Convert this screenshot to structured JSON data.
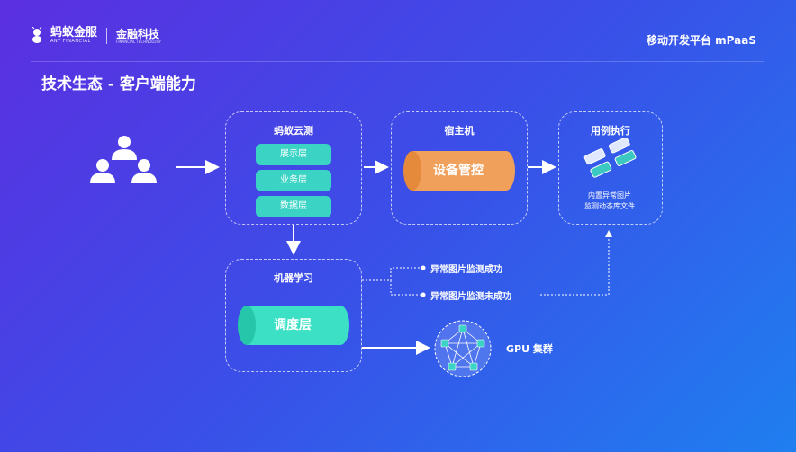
{
  "header": {
    "logo_primary": "蚂蚁金服",
    "logo_primary_sub": "ANT FINANCIAL",
    "logo_secondary": "金融科技",
    "logo_secondary_sub": "FINANCIAL TECHNOLOGY",
    "platform_label": "移动开发平台 mPaaS"
  },
  "title": "技术生态 - 客户端能力",
  "boxes": {
    "cloud_test": {
      "label": "蚂蚁云测",
      "layers": [
        "展示层",
        "业务层",
        "数据层"
      ]
    },
    "host": {
      "label": "宿主机",
      "cylinder": "设备管控"
    },
    "usecase": {
      "label": "用例执行",
      "desc_line1": "内置异常图片",
      "desc_line2": "监测动态库文件"
    },
    "ml": {
      "label": "机器学习",
      "cylinder": "调度层"
    }
  },
  "results": {
    "success": "异常图片监测成功",
    "failure": "异常图片监测未成功"
  },
  "gpu_label": "GPU 集群",
  "colors": {
    "orange_cylinder": "#f0a05a",
    "teal_cylinder": "#3ce0c4",
    "layer_fill": "#3ad3c4"
  }
}
